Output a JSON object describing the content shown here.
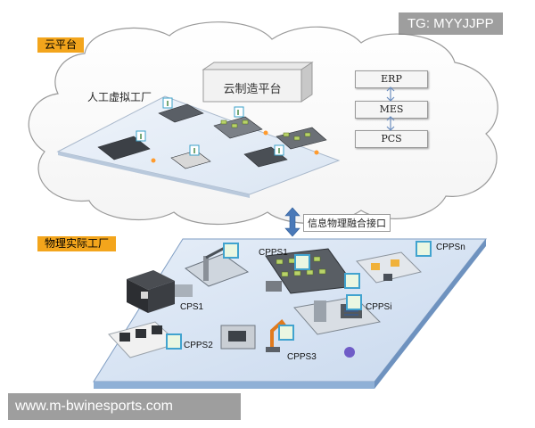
{
  "watermark_top": "TG: MYYJJPP",
  "watermark_bottom": "www.m-bwinesports.com",
  "cloud": {
    "tag": "云平台",
    "virtual_factory_label": "人工虚拟工厂",
    "cloud_platform_box": "云制造平台",
    "stack": [
      "ERP",
      "MES",
      "PCS"
    ]
  },
  "interface_label": "信息物理融合接口",
  "physical": {
    "tag": "物理实际工厂",
    "units": [
      "CPPS1",
      "CPPSn",
      "CPS1",
      "CPPSi",
      "CPPS2",
      "CPPS3"
    ]
  },
  "colors": {
    "tag_bg": "#f3a51c",
    "platform_top": "#d6e3f2",
    "platform_side": "#8fb0d6",
    "connector": "#4a79b8"
  }
}
